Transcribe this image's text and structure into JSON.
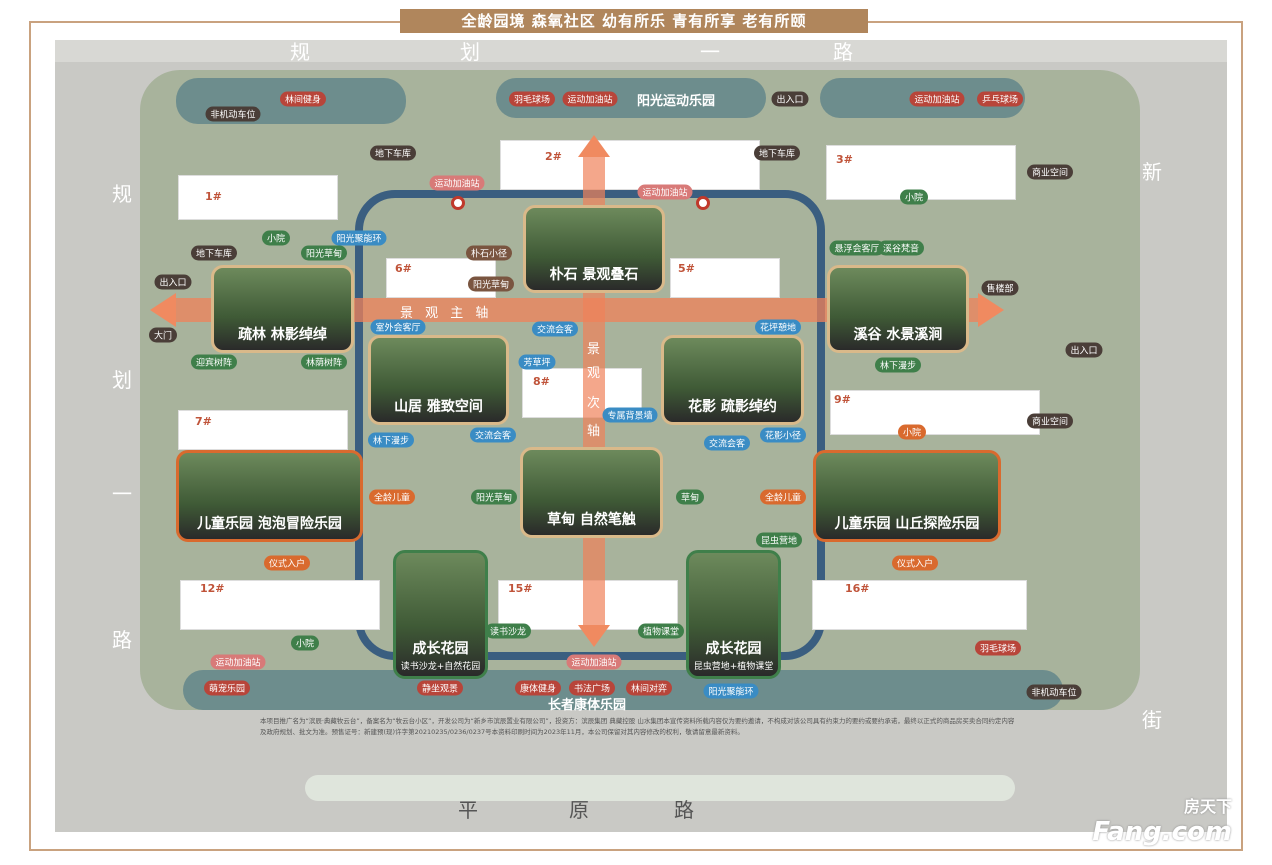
{
  "headline": "全龄园境 森氧社区 幼有所乐 青有所享 老有所颐",
  "roads": {
    "top": [
      "规",
      "划",
      "一",
      "路"
    ],
    "left": [
      "规",
      "划",
      "一",
      "路"
    ],
    "right": [
      "新",
      "街"
    ],
    "bottom": [
      "平",
      "原",
      "路"
    ]
  },
  "zones": {
    "sports": "阳光运动乐园",
    "elder": "长者康体乐园"
  },
  "axes": {
    "main": "景 观 主 轴",
    "secondary": [
      "景",
      "观",
      "次",
      "轴"
    ]
  },
  "buildings": [
    "1#",
    "2#",
    "3#",
    "5#",
    "6#",
    "7#",
    "8#",
    "9#",
    "12#",
    "15#",
    "16#"
  ],
  "cards": [
    {
      "title": "朴石 景观叠石"
    },
    {
      "title": "疏林 林影绰绰"
    },
    {
      "title": "山居 雅致空间"
    },
    {
      "title": "花影 疏影绰约"
    },
    {
      "title": "溪谷 水景溪涧"
    },
    {
      "title": "儿童乐园 泡泡冒险乐园"
    },
    {
      "title": "草甸 自然笔触"
    },
    {
      "title": "儿童乐园 山丘探险乐园"
    },
    {
      "title": "成长花园",
      "subtitle": "读书沙龙+自然花园"
    },
    {
      "title": "成长花园",
      "subtitle": "昆虫营地+植物课堂"
    }
  ],
  "labels": [
    {
      "text": "林间健身",
      "style": "red"
    },
    {
      "text": "羽毛球场",
      "style": "red"
    },
    {
      "text": "运动加油站",
      "style": "red"
    },
    {
      "text": "运动加油站",
      "style": "red"
    },
    {
      "text": "乒乓球场",
      "style": "red"
    },
    {
      "text": "运动加油站",
      "style": "pink"
    },
    {
      "text": "运动加油站",
      "style": "pink"
    },
    {
      "text": "运动加油站",
      "style": "pink"
    },
    {
      "text": "运动加油站",
      "style": "pink"
    },
    {
      "text": "萌宠乐园",
      "style": "red"
    },
    {
      "text": "静坐观景",
      "style": "red"
    },
    {
      "text": "康体健身",
      "style": "red"
    },
    {
      "text": "书法广场",
      "style": "red"
    },
    {
      "text": "林间对弈",
      "style": "red"
    },
    {
      "text": "羽毛球场",
      "style": "red"
    },
    {
      "text": "全龄儿童",
      "style": "orange"
    },
    {
      "text": "全龄儿童",
      "style": "orange"
    },
    {
      "text": "仪式入户",
      "style": "orange"
    },
    {
      "text": "仪式入户",
      "style": "orange"
    },
    {
      "text": "小院",
      "style": "orange"
    },
    {
      "text": "非机动车位",
      "style": "dark"
    },
    {
      "text": "出入口",
      "style": "dark"
    },
    {
      "text": "地下车库",
      "style": "dark"
    },
    {
      "text": "地下车库",
      "style": "dark"
    },
    {
      "text": "商业空间",
      "style": "dark"
    },
    {
      "text": "地下车库",
      "style": "dark"
    },
    {
      "text": "出入口",
      "style": "dark"
    },
    {
      "text": "大门",
      "style": "dark"
    },
    {
      "text": "售楼部",
      "style": "dark"
    },
    {
      "text": "出入口",
      "style": "dark"
    },
    {
      "text": "商业空间",
      "style": "dark"
    },
    {
      "text": "非机动车位",
      "style": "dark"
    },
    {
      "text": "小院",
      "style": "green"
    },
    {
      "text": "阳光草甸",
      "style": "green"
    },
    {
      "text": "林荫树阵",
      "style": "green"
    },
    {
      "text": "迎宾树阵",
      "style": "green"
    },
    {
      "text": "小院",
      "style": "green"
    },
    {
      "text": "悬浮会客厅",
      "style": "green"
    },
    {
      "text": "溪谷梵音",
      "style": "green"
    },
    {
      "text": "林下漫步",
      "style": "green"
    },
    {
      "text": "阳光草甸",
      "style": "green"
    },
    {
      "text": "草甸",
      "style": "green"
    },
    {
      "text": "昆虫营地",
      "style": "green"
    },
    {
      "text": "小院",
      "style": "green"
    },
    {
      "text": "读书沙龙",
      "style": "green"
    },
    {
      "text": "植物课堂",
      "style": "green"
    },
    {
      "text": "朴石小径",
      "style": "brown"
    },
    {
      "text": "阳光草甸",
      "style": "brown"
    },
    {
      "text": "阳光聚能环",
      "style": "blue"
    },
    {
      "text": "室外会客厅",
      "style": "blue"
    },
    {
      "text": "交流会客",
      "style": "blue"
    },
    {
      "text": "花坪憩地",
      "style": "blue"
    },
    {
      "text": "芳草坪",
      "style": "blue"
    },
    {
      "text": "专属背景墙",
      "style": "blue"
    },
    {
      "text": "林下漫步",
      "style": "blue"
    },
    {
      "text": "交流会客",
      "style": "blue"
    },
    {
      "text": "交流会客",
      "style": "blue"
    },
    {
      "text": "花影小径",
      "style": "blue"
    },
    {
      "text": "阳光聚能环",
      "style": "blue"
    }
  ],
  "disclaimer": "本项目推广名为“滨辰·典藏牧云台”，备案名为“牧云台小区”，开发公司为“新乡市滨辰置业有限公司”，投资方：滨辰集团 典藏控股 山水集团本宣传资料所载内容仅为要约邀请，不构成对该公司具有约束力的要约或要约承诺，最终以正式的商品房买卖合同约定内容及政府规划、批文为准。预售证号：新建预(现)许字第20210235/0236/0237号本资料印刷时间为2023年11月，本公司保留对其内容修改的权利，敬请留意最新资料。",
  "watermark": {
    "top": "房天下",
    "bottom": "Fang.com"
  }
}
